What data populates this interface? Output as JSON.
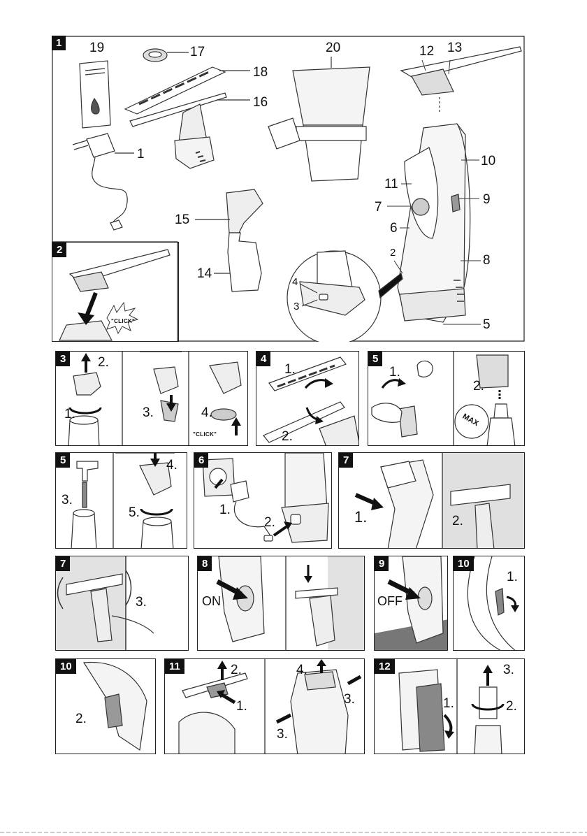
{
  "panels": {
    "p1": {
      "num": "1",
      "callouts": [
        "19",
        "17",
        "18",
        "16",
        "1",
        "20",
        "12",
        "13",
        "10",
        "11",
        "9",
        "7",
        "6",
        "2",
        "8",
        "4",
        "3",
        "5",
        "15",
        "14"
      ]
    },
    "p2": {
      "num": "2",
      "click": "\"CLICK\""
    },
    "p3": {
      "num": "3",
      "steps": [
        "2.",
        "1.",
        "3.",
        "4."
      ],
      "click": "\"CLICK\""
    },
    "p4": {
      "num": "4",
      "steps": [
        "1.",
        "2."
      ]
    },
    "p5a": {
      "num": "5",
      "steps": [
        "1.",
        "2."
      ],
      "max": "MAX"
    },
    "p5b": {
      "num": "5",
      "steps": [
        "3.",
        "4.",
        "5."
      ]
    },
    "p6": {
      "num": "6",
      "steps": [
        "1.",
        "2."
      ]
    },
    "p7a": {
      "num": "7",
      "steps": [
        "1.",
        "2."
      ]
    },
    "p7b": {
      "num": "7",
      "steps": [
        "3."
      ]
    },
    "p8": {
      "num": "8",
      "switch": "ON"
    },
    "p9": {
      "num": "9",
      "switch": "OFF"
    },
    "p10a": {
      "num": "10",
      "steps": [
        "1."
      ]
    },
    "p10b": {
      "num": "10",
      "steps": [
        "2."
      ]
    },
    "p11": {
      "num": "11",
      "steps": [
        "2.",
        "1.",
        "4.",
        "3.",
        "3."
      ]
    },
    "p12": {
      "num": "12",
      "steps": [
        "1.",
        "3.",
        "2."
      ]
    }
  }
}
